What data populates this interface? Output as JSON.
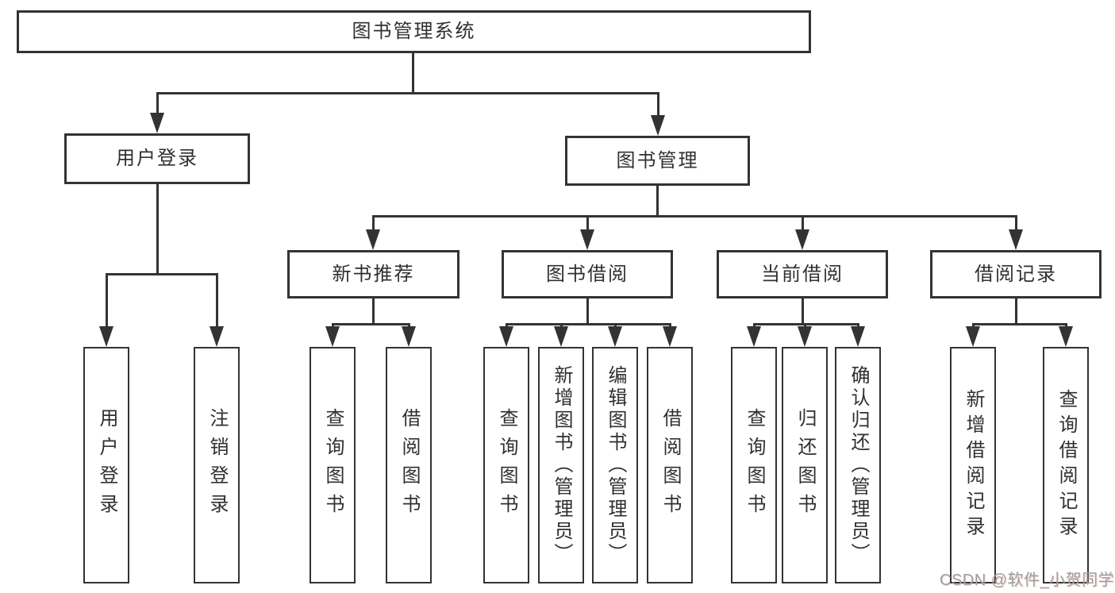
{
  "tree": {
    "root": {
      "label": "图书管理系统"
    },
    "branches": [
      {
        "label": "用户登录",
        "leaves": [
          {
            "label": "用户登录"
          },
          {
            "label": "注销登录"
          }
        ]
      },
      {
        "label": "图书管理",
        "groups": [
          {
            "label": "新书推荐",
            "leaves": [
              {
                "label": "查询图书"
              },
              {
                "label": "借阅图书"
              }
            ]
          },
          {
            "label": "图书借阅",
            "leaves": [
              {
                "label": "查询图书"
              },
              {
                "label": "新增图书（管理员）"
              },
              {
                "label": "编辑图书（管理员）"
              },
              {
                "label": "借阅图书"
              }
            ]
          },
          {
            "label": "当前借阅",
            "leaves": [
              {
                "label": "查询图书"
              },
              {
                "label": "归还图书"
              },
              {
                "label": "确认归还（管理员）"
              }
            ]
          },
          {
            "label": "借阅记录",
            "leaves": [
              {
                "label": "新增借阅记录"
              },
              {
                "label": "查询借阅记录"
              }
            ]
          }
        ]
      }
    ]
  },
  "watermark": {
    "text": "CSDN @软件_小贺同学"
  },
  "colors": {
    "line": "#333333",
    "text": "#303030",
    "background": "#ffffff",
    "watermark": "#a0a0a0"
  }
}
